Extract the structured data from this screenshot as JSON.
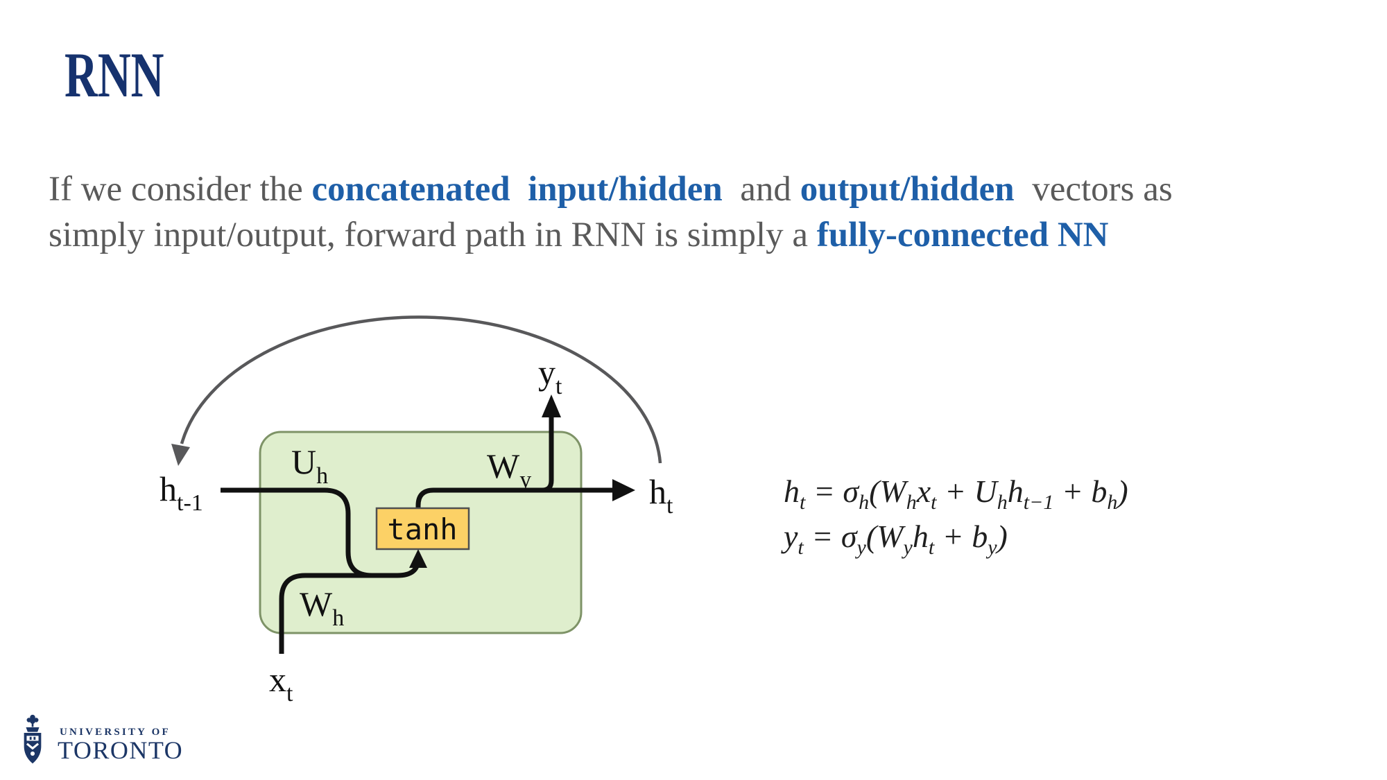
{
  "title": {
    "text": "RNN",
    "color": "#16326e"
  },
  "intro": {
    "colors": {
      "plain": "#5a5a5a",
      "emphasis": "#1e5fa8"
    },
    "lines": [
      {
        "segments": [
          {
            "text": "If we consider the ",
            "emphasis": false
          },
          {
            "text": "concatenated  input/hidden",
            "emphasis": true
          },
          {
            "text": "  and ",
            "emphasis": false
          },
          {
            "text": "output/hidden",
            "emphasis": true
          },
          {
            "text": "  vectors as",
            "emphasis": false
          }
        ]
      },
      {
        "segments": [
          {
            "text": "simply input/output, forward path in RNN is simply a ",
            "emphasis": false
          },
          {
            "text": "fully-connected NN",
            "emphasis": true
          }
        ]
      }
    ]
  },
  "diagram": {
    "cell_fill": "#dfeecd",
    "cell_border": "#7e9367",
    "tanh": {
      "label": "tanh",
      "fill": "#fcd166",
      "border": "#4f4f4f"
    },
    "line_color": "#111111",
    "loop_color": "#58585a",
    "labels": {
      "h_prev": {
        "base": "h",
        "sub": "t-1"
      },
      "u_h": {
        "base": "U",
        "sub": "h"
      },
      "w_y": {
        "base": "W",
        "sub": "y"
      },
      "w_h": {
        "base": "W",
        "sub": "h"
      },
      "x_t": {
        "base": "x",
        "sub": "t"
      },
      "y_t": {
        "base": "y",
        "sub": "t"
      },
      "h_t": {
        "base": "h",
        "sub": "t"
      }
    }
  },
  "equations": [
    {
      "segments": [
        {
          "base": "h",
          "sub": "t"
        },
        " = ",
        {
          "base": "σ",
          "sub": "h"
        },
        "(",
        {
          "base": "W",
          "sub": "h"
        },
        {
          "base": "x",
          "sub": "t"
        },
        " + ",
        {
          "base": "U",
          "sub": "h"
        },
        {
          "base": "h",
          "sub": "t−1"
        },
        " + ",
        {
          "base": "b",
          "sub": "h"
        },
        ")"
      ]
    },
    {
      "segments": [
        {
          "base": "y",
          "sub": "t"
        },
        " = ",
        {
          "base": "σ",
          "sub": "y"
        },
        "(",
        {
          "base": "W",
          "sub": "y"
        },
        {
          "base": "h",
          "sub": "t"
        },
        " + ",
        {
          "base": "b",
          "sub": "y"
        },
        ")"
      ]
    }
  ],
  "footer": {
    "line1": "UNIVERSITY OF",
    "line2": "TORONTO",
    "color": "#1c3666"
  }
}
